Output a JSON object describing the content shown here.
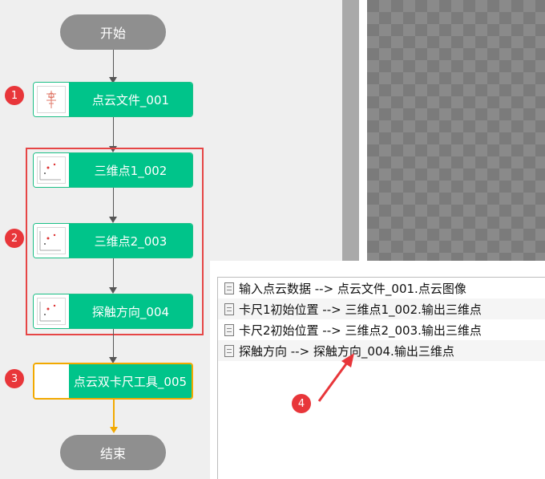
{
  "flow": {
    "start_label": "开始",
    "end_label": "结束",
    "nodes": [
      {
        "label": "点云文件_001"
      },
      {
        "label": "三维点1_002"
      },
      {
        "label": "三维点2_003"
      },
      {
        "label": "探触方向_004"
      },
      {
        "label": "点云双卡尺工具_005"
      }
    ]
  },
  "badges": [
    "1",
    "2",
    "3",
    "4"
  ],
  "connections": {
    "rows": [
      "输入点云数据  -->  点云文件_001.点云图像",
      "卡尺1初始位置  -->  三维点1_002.输出三维点",
      "卡尺2初始位置  -->  三维点2_003.输出三维点",
      "探触方向  -->  探触方向_004.输出三维点"
    ]
  },
  "colors": {
    "node_green": "#00c48a",
    "pill_gray": "#8f8f8f",
    "selected_border": "#f2a900",
    "annotation_red": "#e8363a"
  }
}
